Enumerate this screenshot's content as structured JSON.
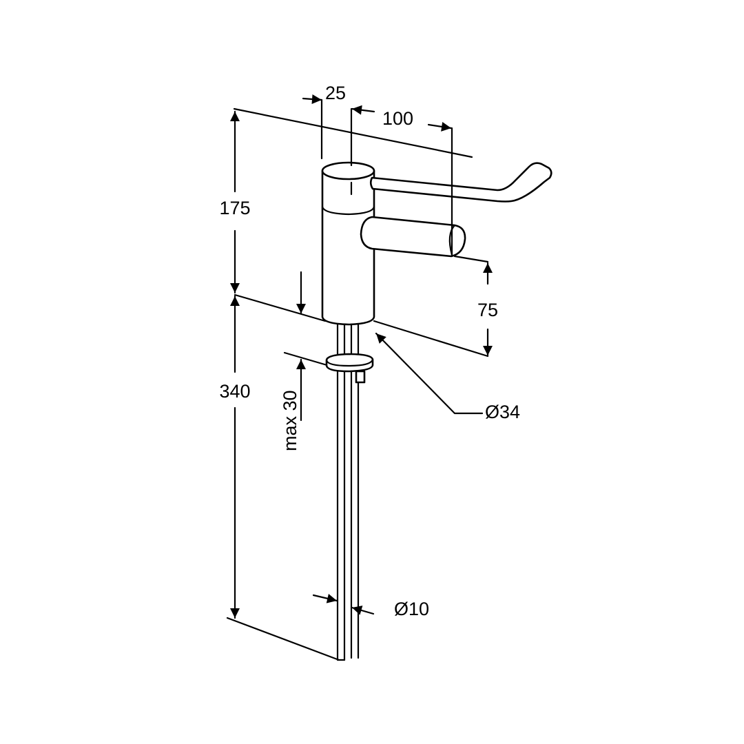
{
  "drawing": {
    "dimensions": {
      "lever_offset": "25",
      "spout_reach": "100",
      "total_height": "175",
      "spout_height": "75",
      "below_deck_length": "340",
      "deck_thickness": "max 30",
      "body_diameter": "Ø34",
      "pipe_diameter": "Ø10"
    },
    "line_color": "#000000",
    "background": "#ffffff"
  }
}
